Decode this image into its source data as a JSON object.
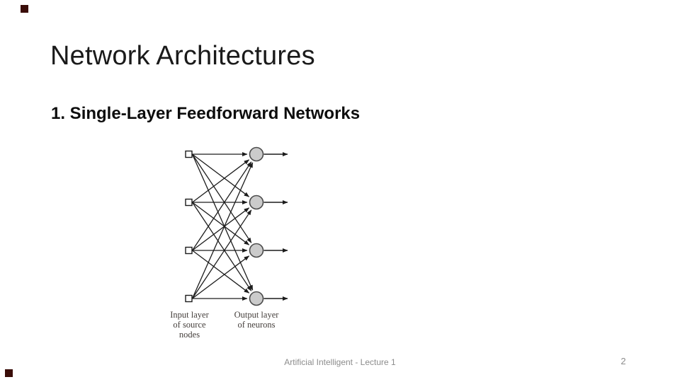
{
  "slide": {
    "title": "Network Architectures",
    "subtitle": "1. Single-Layer Feedforward Networks",
    "footer": "Artificial Intelligent - Lecture 1",
    "page_number": "2",
    "accent_color": "#3a0d09"
  },
  "diagram": {
    "type": "single-layer-feedforward-network",
    "input_nodes": 4,
    "output_nodes": 4,
    "fully_connected": true,
    "input_label_lines": [
      "Input layer",
      "of source",
      "nodes"
    ],
    "output_label_lines": [
      "Output layer",
      "of neurons"
    ],
    "node_fill_color": "#cbcbcb",
    "node_stroke_color": "#4a4a4a",
    "line_color": "#1c1c1c",
    "label_color": "#46403d"
  }
}
